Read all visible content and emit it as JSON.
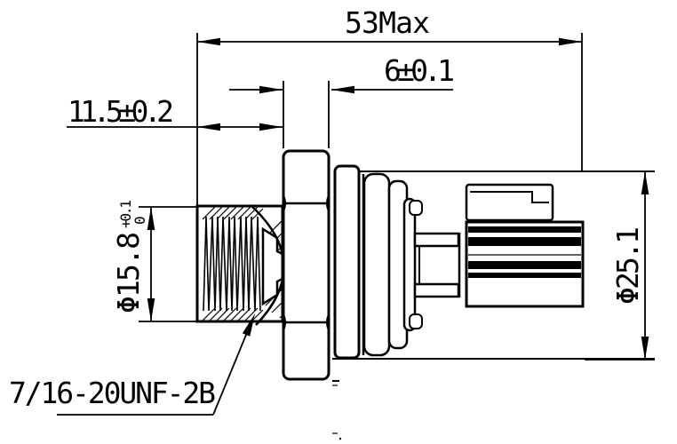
{
  "drawing": {
    "type": "mechanical-dimension-drawing",
    "part": "threaded pressure sensor with connector",
    "colors": {
      "background": "#ffffff",
      "line": "#000000"
    },
    "dimensions": {
      "overall_length": "53Max",
      "hex_width": "6±0.1",
      "port_length": "11.5±0.2",
      "port_diameter": "Φ15.8",
      "port_diameter_tol_upper": "+0.1",
      "port_diameter_tol_lower": "0",
      "body_diameter": "Φ25.1",
      "thread_callout": "7/16-20UNF-2B"
    }
  }
}
